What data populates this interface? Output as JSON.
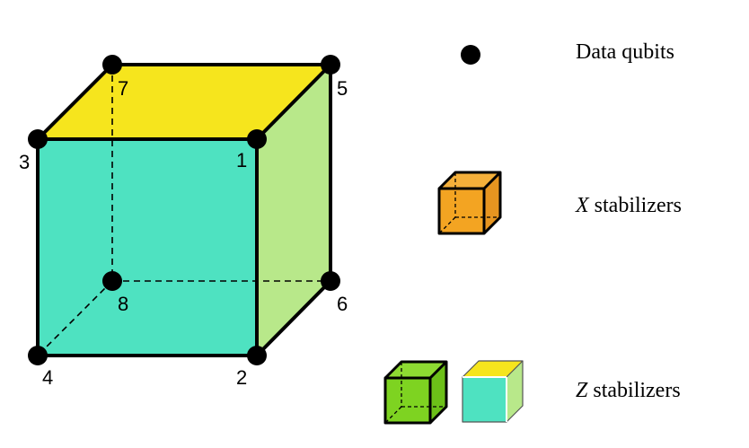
{
  "colors": {
    "front_face": "#4ee2c1",
    "top_face": "#f6e51d",
    "right_face": "#b8e88a",
    "edge": "#000000",
    "x_cube_front": "#f3a422",
    "x_cube_top": "#f5b03a",
    "x_cube_side": "#e69520",
    "z_green_front": "#7ed321",
    "z_green_top": "#8edb32",
    "z_green_side": "#6cc018"
  },
  "vertices": {
    "v1": "1",
    "v2": "2",
    "v3": "3",
    "v4": "4",
    "v5": "5",
    "v6": "6",
    "v7": "7",
    "v8": "8"
  },
  "legend": {
    "data_qubits": "Data qubits",
    "x_var": "X",
    "x_text": " stabilizers",
    "z_var": "Z",
    "z_text": " stabilizers"
  }
}
